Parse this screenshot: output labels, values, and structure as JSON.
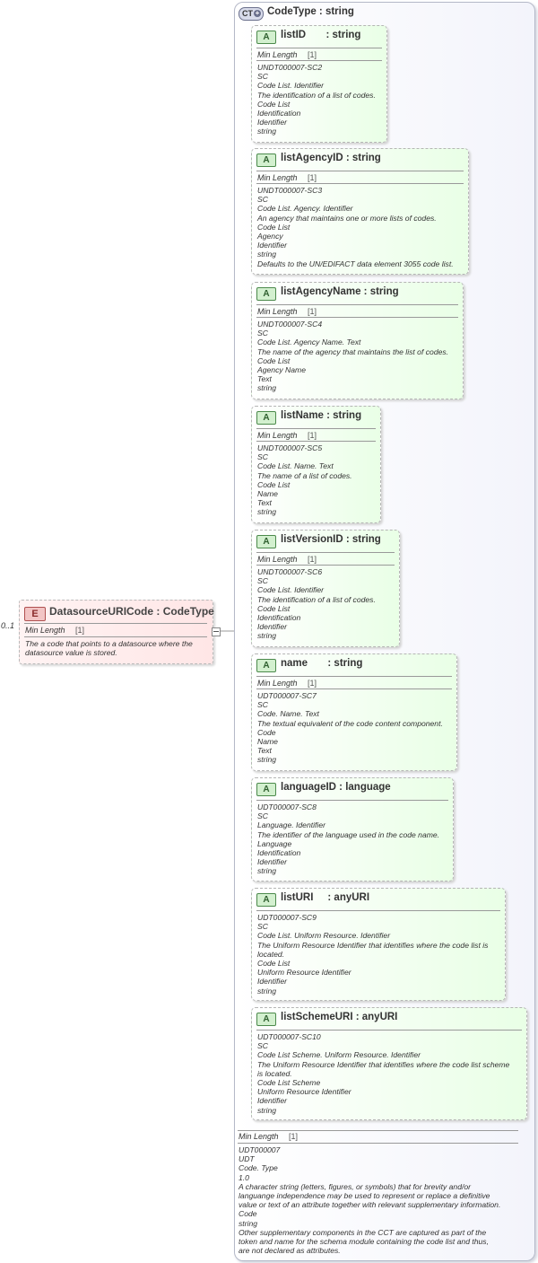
{
  "element": {
    "badge": "E",
    "name": "DatasourceURICode",
    "type_sep": " : ",
    "type": "CodeType",
    "multiplicity": "0..1",
    "facet_name": "Min Length",
    "facet_value": "[1]",
    "doc": "The a code that points to a datasource where the\ndatasource value is stored."
  },
  "complex_type": {
    "badge": "CT",
    "title": "CodeType : string",
    "facet_name": "Min Length",
    "facet_value": "[1]",
    "doc": "UDT000007\nUDT\nCode. Type\n1.0\nA character string (letters, figures, or symbols) that for brevity and/or\nlanguange independence may be used to represent or replace a definitive\nvalue or text of an attribute together with relevant supplementary information.\nCode\nstring\nOther supplementary components in the CCT are captured as part of the\ntoken and name for the schema module containing the code list and thus,\nare not declared as attributes."
  },
  "attributes": [
    {
      "badge": "A",
      "title": "listID       : string",
      "facet_name": "Min Length",
      "facet_value": "[1]",
      "doc": "UNDT000007-SC2\nSC\nCode List. Identifier\nThe identification of a list of codes.\nCode List\nIdentification\nIdentifier\nstring"
    },
    {
      "badge": "A",
      "title": "listAgencyID : string",
      "facet_name": "Min Length",
      "facet_value": "[1]",
      "doc": "UNDT000007-SC3\nSC\nCode List. Agency. Identifier\nAn agency that maintains one or more lists of codes.\nCode List\nAgency\nIdentifier\nstring\nDefaults to the UN/EDIFACT data element 3055 code list."
    },
    {
      "badge": "A",
      "title": "listAgencyName : string",
      "facet_name": "Min Length",
      "facet_value": "[1]",
      "doc": "UNDT000007-SC4\nSC\nCode List. Agency Name. Text\nThe name of the agency that maintains the list of codes.\nCode List\nAgency Name\nText\nstring"
    },
    {
      "badge": "A",
      "title": "listName : string",
      "facet_name": "Min Length",
      "facet_value": "[1]",
      "doc": "UNDT000007-SC5\nSC\nCode List. Name. Text\nThe name of a list of codes.\nCode List\nName\nText\nstring"
    },
    {
      "badge": "A",
      "title": "listVersionID : string",
      "facet_name": "Min Length",
      "facet_value": "[1]",
      "doc": "UNDT000007-SC6\nSC\nCode List. Identifier\nThe identification of a list of codes.\nCode List\nIdentification\nIdentifier\nstring"
    },
    {
      "badge": "A",
      "title": "name       : string",
      "facet_name": "Min Length",
      "facet_value": "[1]",
      "doc": "UDT000007-SC7\nSC\nCode. Name. Text\nThe textual equivalent of the code content component.\nCode\nName\nText\nstring"
    },
    {
      "badge": "A",
      "title": "languageID : language",
      "facet_name": "",
      "facet_value": "",
      "doc": "UDT000007-SC8\nSC\nLanguage. Identifier\nThe identifier of the language used in the code name.\nLanguage\nIdentification\nIdentifier\nstring"
    },
    {
      "badge": "A",
      "title": "listURI     : anyURI",
      "facet_name": "",
      "facet_value": "",
      "doc": "UDT000007-SC9\nSC\nCode List. Uniform Resource. Identifier\nThe Uniform Resource Identifier that identifies where the code list is\nlocated.\nCode List\nUniform Resource Identifier\nIdentifier\nstring"
    },
    {
      "badge": "A",
      "title": "listSchemeURI : anyURI",
      "facet_name": "",
      "facet_value": "",
      "doc": "UDT000007-SC10\nSC\nCode List Scheme. Uniform Resource. Identifier\nThe Uniform Resource Identifier that identifies where the code list scheme\nis located.\nCode List Scheme\nUniform Resource Identifier\nIdentifier\nstring"
    }
  ]
}
